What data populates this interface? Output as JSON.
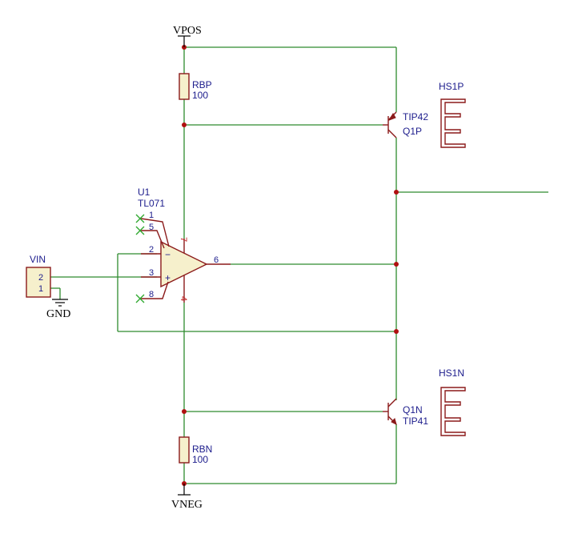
{
  "power": {
    "vpos": "VPOS",
    "vneg": "VNEG",
    "gnd": "GND"
  },
  "resistors": {
    "rbp": {
      "ref": "RBP",
      "value": "100"
    },
    "rbn": {
      "ref": "RBN",
      "value": "100"
    }
  },
  "transistors": {
    "q1p": {
      "ref": "Q1P",
      "value": "TIP42"
    },
    "q1n": {
      "ref": "Q1N",
      "value": "TIP41"
    }
  },
  "heatsinks": {
    "hs1p": "HS1P",
    "hs1n": "HS1N"
  },
  "opamp": {
    "ref": "U1",
    "value": "TL071",
    "pins": {
      "p1": "1",
      "p5": "5",
      "p2": "2",
      "p3": "3",
      "p8": "8",
      "p6": "6",
      "p7": "7",
      "p4": "4",
      "minus": "−",
      "plus": "+"
    }
  },
  "connector": {
    "ref": "VIN",
    "pin2": "2",
    "pin1": "1"
  },
  "colors": {
    "wire": "#2e8b2e",
    "component": "#8b1a1a",
    "component_fill": "#f6f0cc",
    "junction": "#b01010",
    "label": "#1c1c8c",
    "no_connect": "#2ea82e"
  }
}
